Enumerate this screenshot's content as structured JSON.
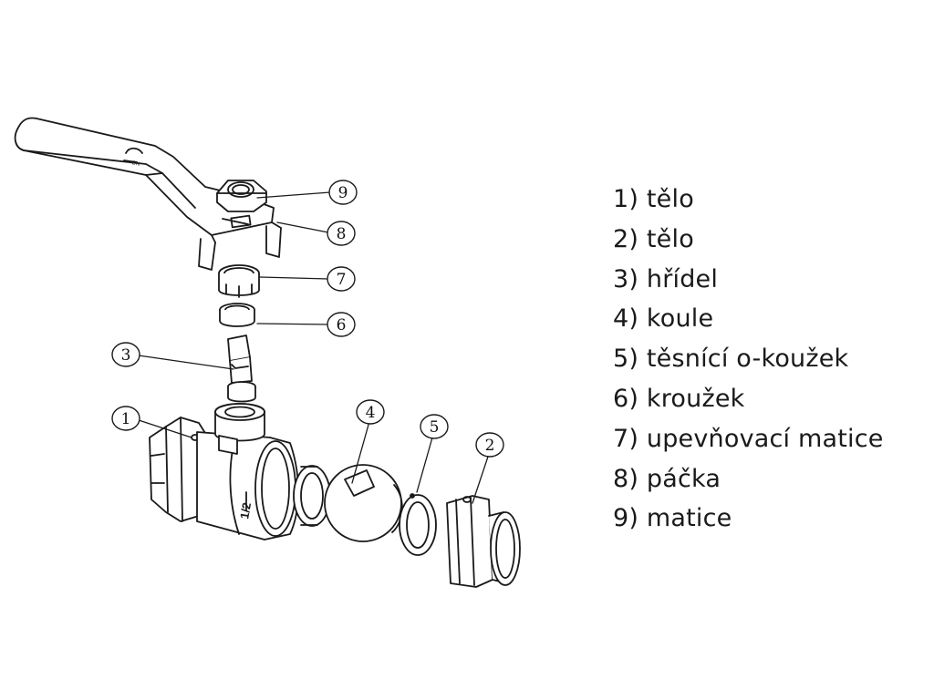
{
  "figure": {
    "valve_size_marking": "1/2",
    "handle_marking": "ON"
  },
  "callouts": [
    "9",
    "8",
    "7",
    "6",
    "3",
    "1",
    "4",
    "5",
    "2"
  ],
  "legend": {
    "items": [
      "1) tělo",
      "2) tělo",
      "3) hřídel",
      "4) koule",
      "5) těsnící o-koužek",
      "6) kroužek",
      "7) upevňovací matice",
      "8) páčka",
      "9) matice"
    ]
  }
}
